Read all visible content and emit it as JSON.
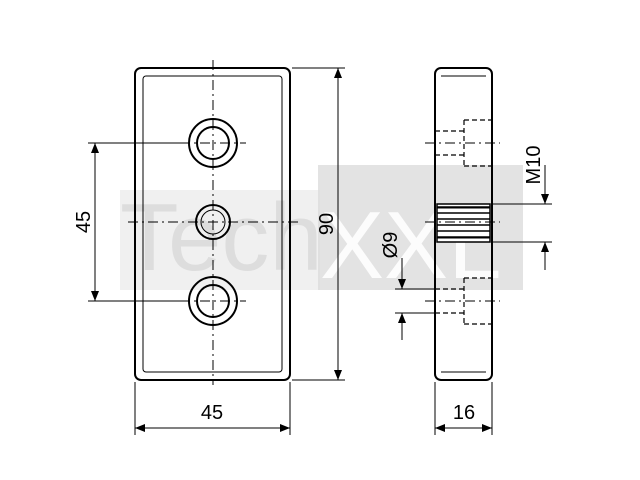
{
  "watermark": {
    "text_tech": "Tech",
    "text_xxl": "XXL"
  },
  "dimensions": {
    "hole_spacing": "45",
    "overall_height": "90",
    "width": "45",
    "thickness": "16",
    "thread": "M10",
    "bore": "Ø9"
  }
}
